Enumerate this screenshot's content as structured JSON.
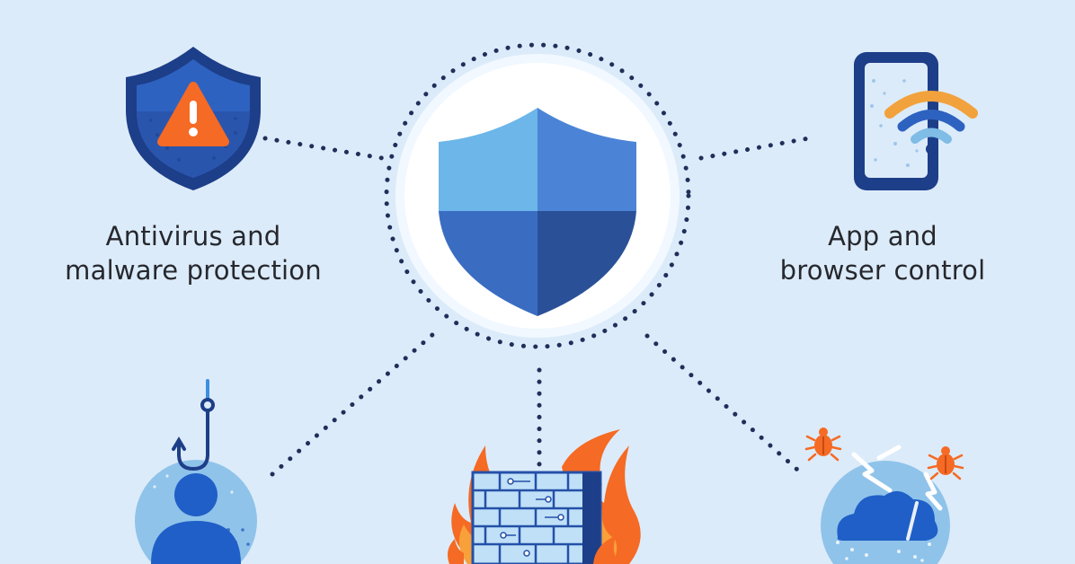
{
  "features": {
    "antivirus": {
      "line1": "Antivirus and",
      "line2": "malware protection",
      "icon": "warning-shield-icon"
    },
    "app_browser": {
      "line1": "App and",
      "line2": "browser control",
      "icon": "phone-wifi-icon"
    },
    "account": {
      "icon": "phishing-account-icon"
    },
    "firewall": {
      "icon": "firewall-icon"
    },
    "cloud": {
      "icon": "cloud-protection-icon"
    }
  },
  "hub": {
    "icon": "security-shield-icon"
  },
  "colors": {
    "background": "#dcebf9",
    "navy": "#1c3b80",
    "blue": "#3b72c9",
    "light_blue": "#7fbce6",
    "orange": "#f56a24",
    "dotted_line": "#1f2f5a"
  }
}
